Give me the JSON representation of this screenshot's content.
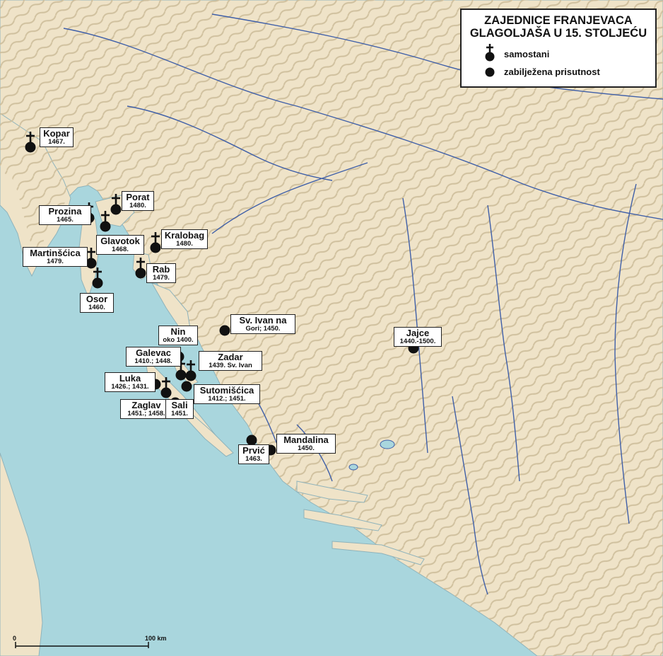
{
  "legend": {
    "title_line1": "ZAJEDNICE FRANJEVACA",
    "title_line2": "GLAGOLJAŠA U 15. STOLJEĆU",
    "monastery_label": "samostani",
    "presence_label": "zabilježena prisutnost",
    "monastery_icon": "cross-over-dot-icon",
    "presence_icon": "dot-icon"
  },
  "places": [
    {
      "name": "Kopar",
      "year": "1467.",
      "type": "monastery"
    },
    {
      "name": "Porat",
      "year": "1480.",
      "type": "monastery"
    },
    {
      "name": "Prozina",
      "year": "1465.",
      "type": "monastery"
    },
    {
      "name": "Glavotok",
      "year": "1468.",
      "type": "monastery"
    },
    {
      "name": "Kralobag",
      "year": "1480.",
      "type": "monastery"
    },
    {
      "name": "Martinšćica",
      "year": "1479.",
      "type": "monastery"
    },
    {
      "name": "Rab",
      "year": "1479.",
      "type": "monastery"
    },
    {
      "name": "Osor",
      "year": "1460.",
      "type": "monastery"
    },
    {
      "name": "Sv. Ivan na",
      "year": "Gori; 1450.",
      "type": "presence"
    },
    {
      "name": "Nin",
      "year": "oko 1400.",
      "type": "presence"
    },
    {
      "name": "Galevac",
      "year": "1410.; 1448.",
      "type": "monastery"
    },
    {
      "name": "Zadar",
      "year": "1439. Sv. Ivan",
      "type": "monastery"
    },
    {
      "name": "Luka",
      "year": "1426.; 1431.",
      "type": "presence"
    },
    {
      "name": "Sutomišćica",
      "year": "1412.; 1451.",
      "type": "presence"
    },
    {
      "name": "Zaglav",
      "year": "1451.; 1458.",
      "type": "monastery"
    },
    {
      "name": "Sali",
      "year": "1451.",
      "type": "presence"
    },
    {
      "name": "Jajce",
      "year": "1440.-1500.",
      "type": "presence"
    },
    {
      "name": "Prvić",
      "year": "1463.",
      "type": "presence"
    },
    {
      "name": "Mandalina",
      "year": "1450.",
      "type": "presence"
    }
  ],
  "scale": {
    "start": "0",
    "end": "100 km"
  },
  "colors": {
    "sea": "#a9d6dd",
    "land": "#efe3c8",
    "relief": "#d2c4a4",
    "river": "#3f5fa8",
    "marker": "#111111"
  }
}
